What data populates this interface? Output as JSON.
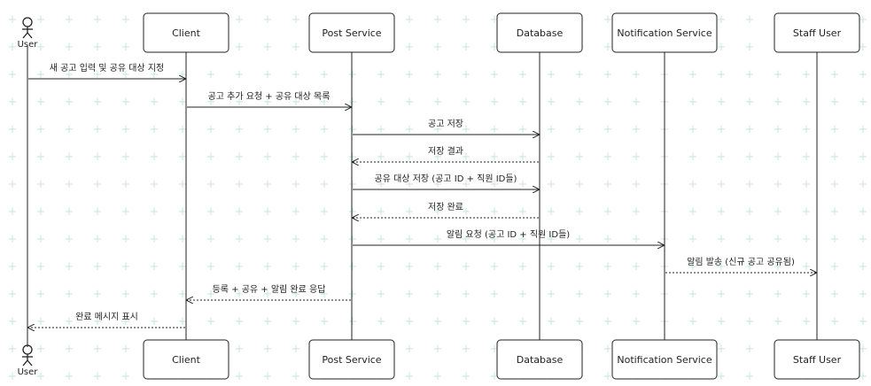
{
  "participants": [
    {
      "id": "user",
      "label": "User",
      "kind": "actor"
    },
    {
      "id": "client",
      "label": "Client",
      "kind": "box"
    },
    {
      "id": "post",
      "label": "Post Service",
      "kind": "box"
    },
    {
      "id": "db",
      "label": "Database",
      "kind": "box"
    },
    {
      "id": "notif",
      "label": "Notification Service",
      "kind": "box"
    },
    {
      "id": "staff",
      "label": "Staff User",
      "kind": "box"
    }
  ],
  "messages": [
    {
      "from": "user",
      "to": "client",
      "label": "새 공고 입력 및 공유 대상 지정",
      "style": "solid"
    },
    {
      "from": "client",
      "to": "post",
      "label": "공고 추가 요청 + 공유 대상 목록",
      "style": "solid"
    },
    {
      "from": "post",
      "to": "db",
      "label": "공고 저장",
      "style": "solid"
    },
    {
      "from": "db",
      "to": "post",
      "label": "저장 결과",
      "style": "dashed"
    },
    {
      "from": "post",
      "to": "db",
      "label": "공유 대상 저장 (공고 ID + 직원 ID들)",
      "style": "solid"
    },
    {
      "from": "db",
      "to": "post",
      "label": "저장 완료",
      "style": "dashed"
    },
    {
      "from": "post",
      "to": "notif",
      "label": "알림 요청 (공고 ID + 직원 ID들)",
      "style": "solid"
    },
    {
      "from": "notif",
      "to": "staff",
      "label": "알림 발송 (신규 공고 공유됨)",
      "style": "dashed"
    },
    {
      "from": "post",
      "to": "client",
      "label": "등록 + 공유 + 알림 완료 응답",
      "style": "dashed"
    },
    {
      "from": "client",
      "to": "user",
      "label": "완료 메시지 표시",
      "style": "dashed"
    }
  ],
  "colors": {
    "line": "#222222",
    "grid": "#cfe7df",
    "background": "#ffffff"
  }
}
